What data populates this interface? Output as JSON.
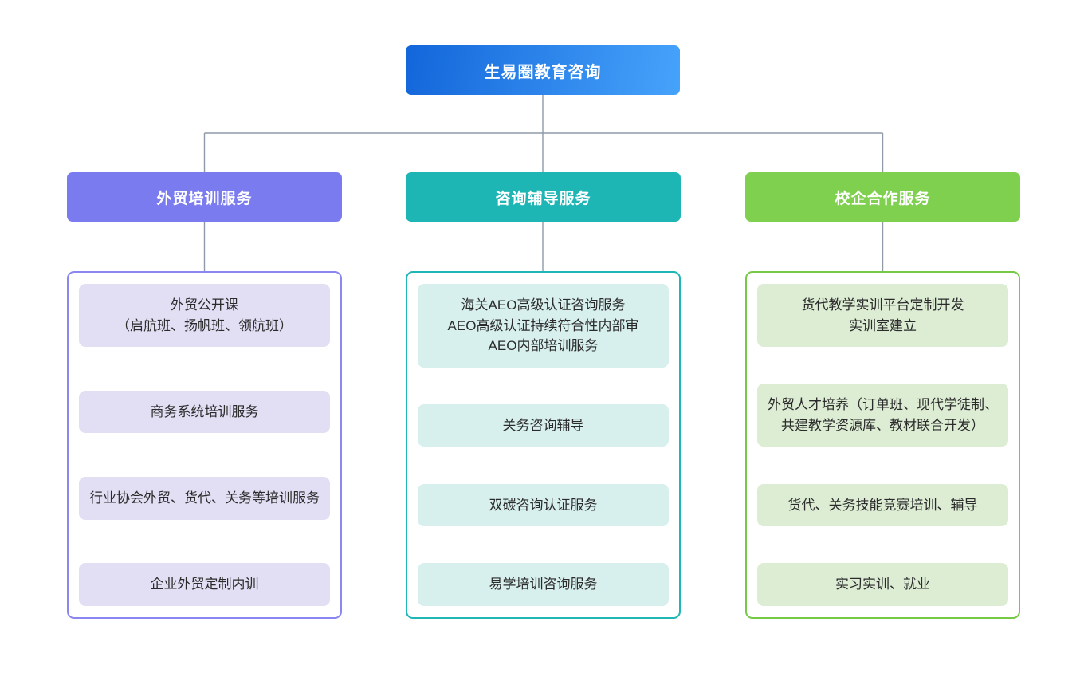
{
  "diagram": {
    "type": "organization-chart",
    "orientation": "top-down",
    "background_color": "#ffffff",
    "connector_color": "#8e9aa8"
  },
  "root": {
    "label": "生易圈教育咨询",
    "gradient_from": "#1366da",
    "gradient_to": "#46a3fb"
  },
  "branches": [
    {
      "header": "外贸培训服务",
      "accent_color": "#7b7bf0",
      "panel_border_color": "#8a86f2",
      "leaf_color": "#e2dff4",
      "items": [
        {
          "lines": [
            "外贸公开课",
            "（启航班、扬帆班、领航班）"
          ]
        },
        {
          "lines": [
            "商务系统培训服务"
          ]
        },
        {
          "lines": [
            "行业协会外贸、货代、关务等培训服务"
          ]
        },
        {
          "lines": [
            "企业外贸定制内训"
          ]
        }
      ]
    },
    {
      "header": "咨询辅导服务",
      "accent_color": "#1eb5b5",
      "panel_border_color": "#21b6b6",
      "leaf_color": "#d7f0ee",
      "items": [
        {
          "lines": [
            "海关AEO高级认证咨询服务",
            "AEO高级认证持续符合性内部审",
            "AEO内部培训服务"
          ]
        },
        {
          "lines": [
            "关务咨询辅导"
          ]
        },
        {
          "lines": [
            "双碳咨询认证服务"
          ]
        },
        {
          "lines": [
            "易学培训咨询服务"
          ]
        }
      ]
    },
    {
      "header": "校企合作服务",
      "accent_color": "#7ed04e",
      "panel_border_color": "#76c944",
      "leaf_color": "#dcedd4",
      "items": [
        {
          "lines": [
            "货代教学实训平台定制开发",
            "实训室建立"
          ]
        },
        {
          "lines": [
            "外贸人才培养（订单班、现代学徒制、共建教学资源库、教材联合开发）"
          ]
        },
        {
          "lines": [
            "货代、关务技能竞赛培训、辅导"
          ]
        },
        {
          "lines": [
            "实习实训、就业"
          ]
        }
      ]
    }
  ]
}
